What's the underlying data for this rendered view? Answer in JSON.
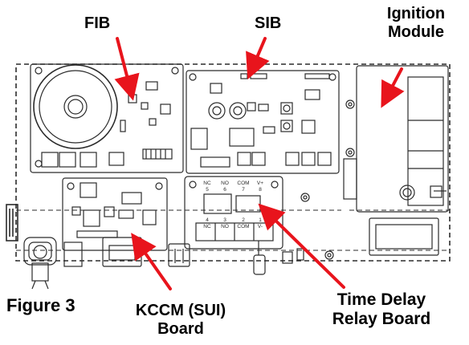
{
  "labels": {
    "fib": "FIB",
    "sib": "SIB",
    "ignition_line1": "Ignition",
    "ignition_line2": "Module",
    "figure": "Figure 3",
    "kccm_line1": "KCCM (SUI)",
    "kccm_line2": "Board",
    "tdr_line1": "Time Delay",
    "tdr_line2": "Relay Board"
  },
  "relay_terminals": {
    "top": [
      "NC",
      "NO",
      "COM",
      "V+"
    ],
    "top_numbers": [
      "5",
      "6",
      "7",
      "8"
    ],
    "bottom": [
      "NC",
      "NO",
      "COM",
      "V-"
    ],
    "bottom_numbers": [
      "4",
      "3",
      "2",
      "1"
    ]
  },
  "colors": {
    "callout_arrow": "#e8141c",
    "line_art": "#2b2b2b",
    "background": "#ffffff"
  }
}
